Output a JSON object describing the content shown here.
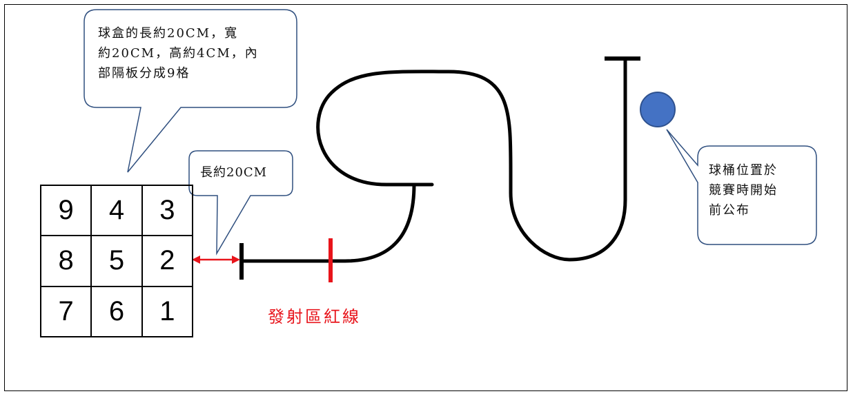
{
  "callouts": {
    "ball_box_lines": [
      "球盒的長約20CM，寬",
      "約20CM，高約4CM，內",
      "部隔板分成9格"
    ],
    "distance": "長約20CM",
    "bucket_lines": [
      "球桶位置於",
      "競賽時開始",
      "前公布"
    ]
  },
  "grid": {
    "cells": [
      "9",
      "4",
      "3",
      "8",
      "5",
      "2",
      "7",
      "6",
      "1"
    ]
  },
  "launch_label": "發射區紅線",
  "colors": {
    "track": "#000000",
    "launch_line": "#e8141b",
    "distance_arrow": "#e8141b",
    "ball": "#4472c4",
    "ball_outline": "#2f528f",
    "callout_border": "#2f4f7f"
  }
}
